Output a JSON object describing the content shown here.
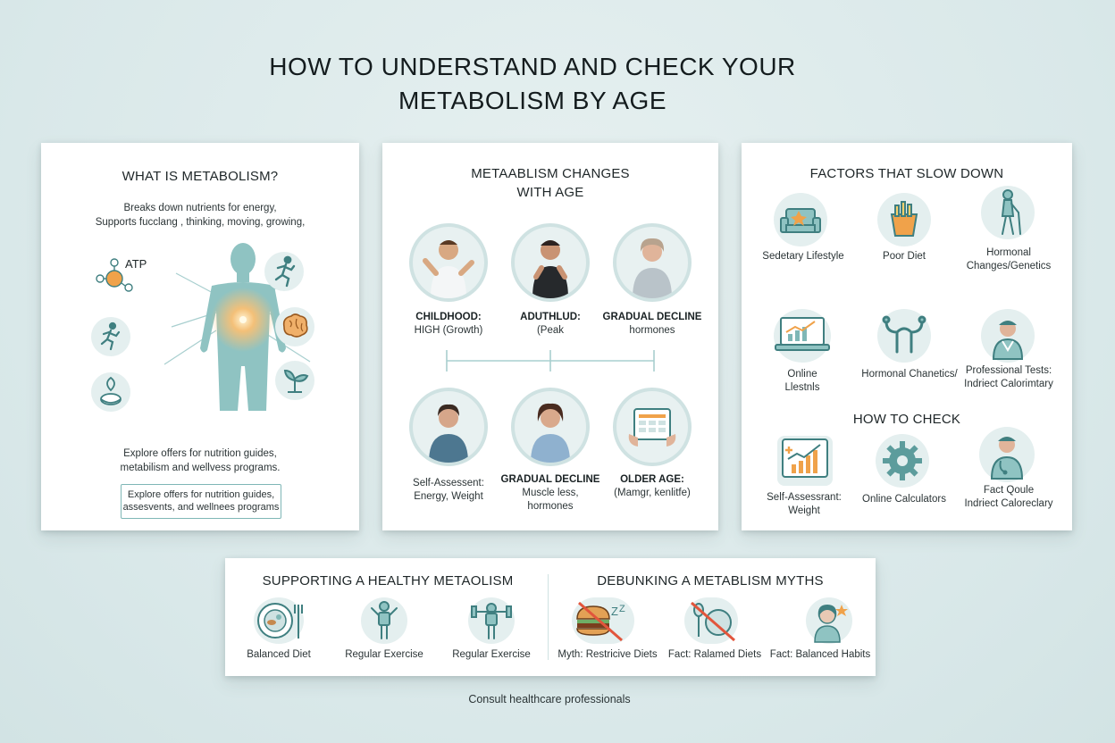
{
  "title": {
    "line1": "HOW TO UNDERSTAND AND CHECK YOUR",
    "line2": "METABOLISM BY AGE"
  },
  "panel1": {
    "heading": "WHAT IS METABOLISM?",
    "desc1": "Breaks down nutrients for energy,",
    "desc2": "Supports fucclang , thinking, moving, growing,",
    "atp": "ATP",
    "explore1": "Explore offers for nutrition guides,",
    "explore2": "metabilism and wellvess programs.",
    "box1": "Explore offers for nutrition guides,",
    "box2": "assesvents, and wellnees programs"
  },
  "panel2": {
    "heading1": "METAABLISM CHANGES",
    "heading2": "WITH AGE",
    "stages": [
      {
        "title": "CHILDHOOD:",
        "sub": "HIGH (Growth)"
      },
      {
        "title": "ADUTHLUD:",
        "sub": "(Peak"
      },
      {
        "title": "GRADUAL DECLINE",
        "sub": "hormones"
      }
    ],
    "lower": [
      {
        "title": "",
        "sub1": "Self-Assessent:",
        "sub2": "Energy, Weight"
      },
      {
        "title": "GRADUAL DECLINE",
        "sub1": "Muscle less,",
        "sub2": "hormones"
      },
      {
        "title": "OLDER AGE:",
        "sub1": "(Mamgr, kenlitfe)",
        "sub2": ""
      }
    ]
  },
  "panel3": {
    "heading": "FACTORS THAT SLOW DOWN",
    "factors": [
      {
        "l1": "Sedetary Lifestyle",
        "l2": ""
      },
      {
        "l1": "Poor Diet",
        "l2": ""
      },
      {
        "l1": "Hormonal",
        "l2": "Changes/Genetics"
      },
      {
        "l1": "Online",
        "l2": "Llestnls"
      },
      {
        "l1": "Hormonal Chanetics/",
        "l2": ""
      },
      {
        "l1": "Professional Tests:",
        "l2": "Indriect Calorimtary"
      }
    ],
    "check_heading": "HOW TO CHECK",
    "checks": [
      {
        "l1": "Self-Assessrant:",
        "l2": "Weight"
      },
      {
        "l1": "Online Calculators",
        "l2": ""
      },
      {
        "l1": "Fact Qoule",
        "l2": "Indriect Caloreclary"
      }
    ]
  },
  "bottom": {
    "support_heading": "SUPPORTING A HEALTHY METAOLISM",
    "myth_heading": "DEBUNKING A METABLISM MYTHS",
    "items": [
      "Balanced Diet",
      "Regular Exercise",
      "Regular Exercise",
      "Myth: Restricive Diets",
      "Fact: Ralamed Diets",
      "Fact: Balanced Habits"
    ]
  },
  "footer": "Consult healthcare professionals",
  "colors": {
    "teal": "#7fb7b6",
    "teal_dark": "#3f7f80",
    "orange": "#f0a24a",
    "red": "#e2553c",
    "background": "#dde9ea"
  }
}
